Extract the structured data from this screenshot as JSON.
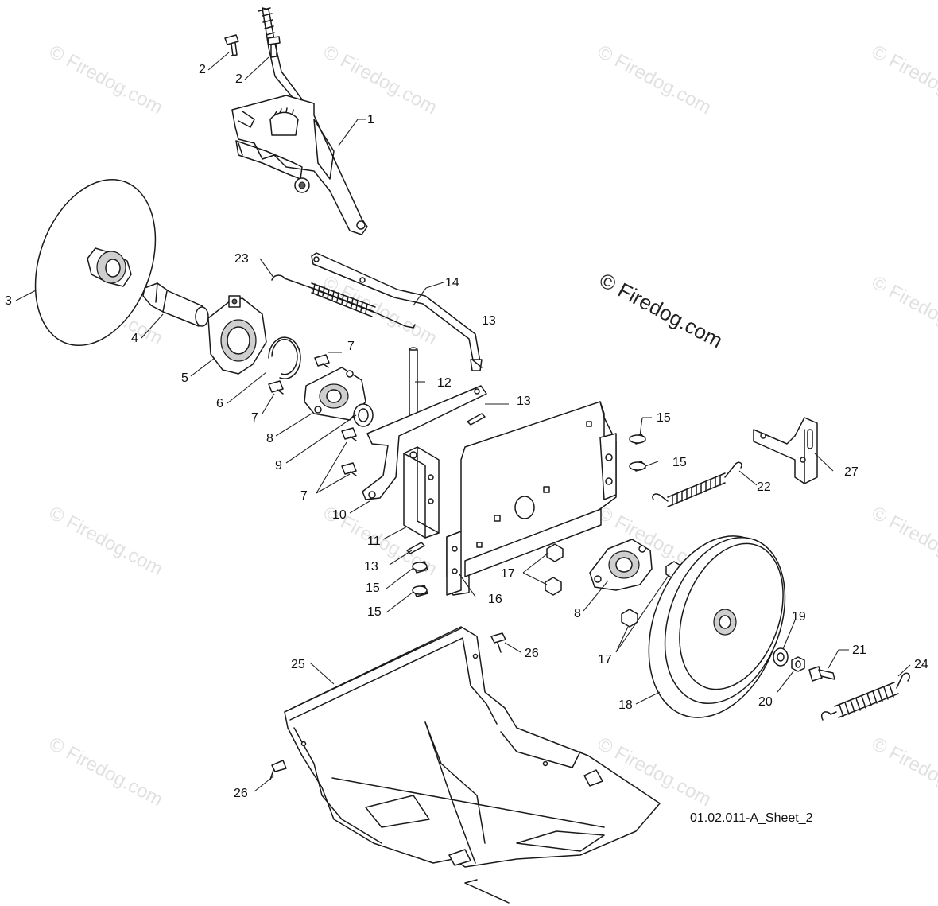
{
  "watermark": {
    "small_text": "© Firedog.com",
    "large_text": "© Firedog.com"
  },
  "sheet_id": "01.02.011-A_Sheet_2",
  "callouts": {
    "c1": "1",
    "c2a": "2",
    "c2b": "2",
    "c3": "3",
    "c4": "4",
    "c5": "5",
    "c6": "6",
    "c7a": "7",
    "c7b": "7",
    "c7c": "7",
    "c8a": "8",
    "c8b": "8",
    "c9": "9",
    "c10": "10",
    "c11": "11",
    "c12": "12",
    "c13a": "13",
    "c13b": "13",
    "c13c": "13",
    "c14": "14",
    "c15a": "15",
    "c15b": "15",
    "c15c": "15",
    "c15d": "15",
    "c16": "16",
    "c17a": "17",
    "c17b": "17",
    "c18": "18",
    "c19": "19",
    "c20": "20",
    "c21": "21",
    "c22": "22",
    "c23": "23",
    "c24": "24",
    "c25": "25",
    "c26a": "26",
    "c26b": "26",
    "c27": "27"
  }
}
